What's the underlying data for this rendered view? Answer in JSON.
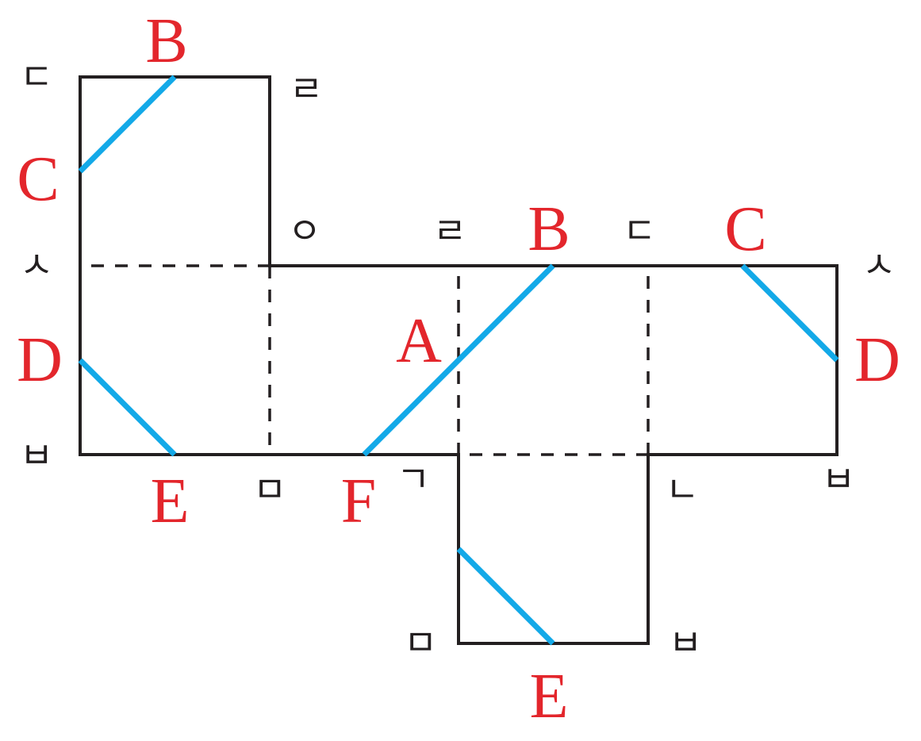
{
  "colors": {
    "outline": "#231f20",
    "cut_line": "#13a9e8",
    "point_label": "#e3262c",
    "vertex_label": "#231f20"
  },
  "point_labels": {
    "top_B": "B",
    "left_C": "C",
    "left_D": "D",
    "bottom_E": "E",
    "bottom_F": "F",
    "middle_A": "A",
    "middle_B": "B",
    "right_C": "C",
    "right_D": "D",
    "lower_E": "E"
  },
  "vertex_labels": {
    "top_left_d": "ㄷ",
    "top_right_r": "ㄹ",
    "upper_o": "ㅇ",
    "middle_r": "ㄹ",
    "middle_d": "ㄷ",
    "left_s": "ㅅ",
    "right_s": "ㅅ",
    "left_b": "ㅂ",
    "bottom_m": "ㅁ",
    "bottom_g": "ㄱ",
    "bottom_n": "ㄴ",
    "right_b": "ㅂ",
    "lower_m": "ㅁ",
    "lower_b": "ㅂ"
  }
}
